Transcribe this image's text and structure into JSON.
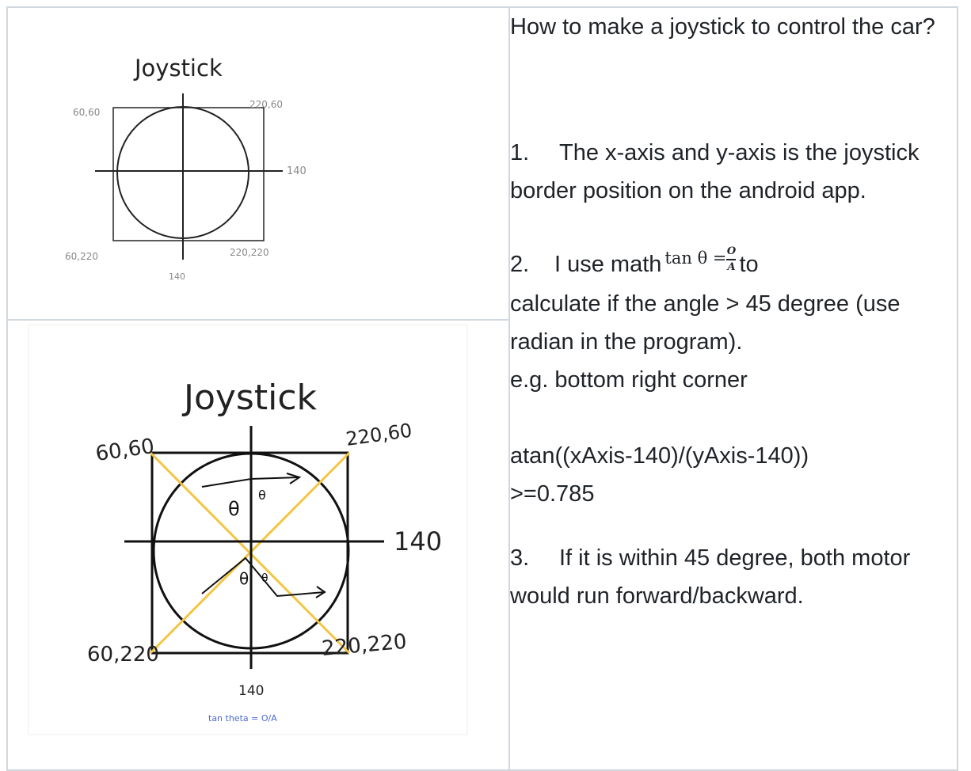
{
  "sketch_small": {
    "title": "Joystick",
    "top_left": "60,60",
    "top_right": "220,60",
    "right": "140",
    "bottom_left": "60,220",
    "bottom_right": "220,220",
    "bottom": "140"
  },
  "sketch_large": {
    "title": "Joystick",
    "top_left": "60,60",
    "top_right": "220,60",
    "right": "140",
    "bottom_left": "60,220",
    "bottom_right": "220,220",
    "bottom": "140",
    "theta": "θ",
    "caption": "tan theta = O/A"
  },
  "text": {
    "question": "How to make a joystick to control the car?",
    "step1_num": "1.",
    "step1": "The x-axis and y-axis is the joystick border position on the android app.",
    "step2_num": "2.",
    "step2_pre": "I use math",
    "formula_lhs": "tan θ =",
    "formula_num": "O",
    "formula_den": "A",
    "step2_post": "to",
    "step2_rest": "calculate if the angle > 45 degree (use radian in the program).",
    "example": "e.g. bottom right corner",
    "code_line1": "atan((xAxis-140)/(yAxis-140))",
    "code_line2": ">=0.785",
    "step3_num": "3.",
    "step3": "If it is within 45 degree, both motor would run forward/backward."
  }
}
